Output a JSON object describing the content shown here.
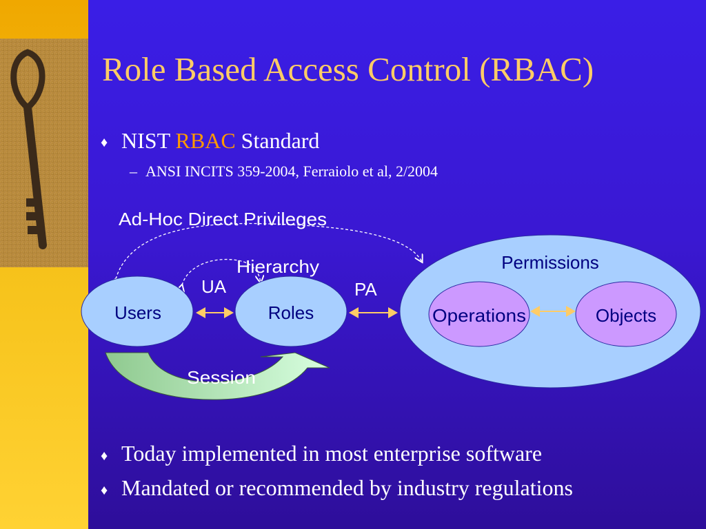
{
  "slide": {
    "title": "Role Based Access Control (RBAC)",
    "bullets": [
      {
        "prefix": "NIST ",
        "highlight": "RBAC",
        "suffix": " Standard"
      },
      {
        "text": "Today implemented in most enterprise software"
      },
      {
        "text": "Mandated or recommended by industry regulations"
      }
    ],
    "sub_bullet": {
      "dash": "–",
      "text": "ANSI INCITS 359-2004, Ferraiolo et al, 2/2004"
    },
    "bullet_glyph": "♦"
  },
  "diagram": {
    "nodes": {
      "users": "Users",
      "roles": "Roles",
      "permissions": "Permissions",
      "operations": "Operations",
      "objects": "Objects"
    },
    "edges": {
      "ad_hoc": "Ad-Hoc Direct Privileges",
      "hierarchy": "Hierarchy",
      "ua": "UA",
      "pa": "PA",
      "session": "Session"
    }
  },
  "colors": {
    "background": "#3a1ee6",
    "sidebar": "#f6c21a",
    "title": "#ffcc66",
    "accent": "#ff9900",
    "node_fill": "#a8cfff",
    "inner_node_fill": "#cc99ff",
    "connector": "#ffcc66",
    "session_arrow": "#ccffcc",
    "label_text": "#000080"
  },
  "icons": [
    "key-image",
    "diamond-bullet-icon"
  ]
}
